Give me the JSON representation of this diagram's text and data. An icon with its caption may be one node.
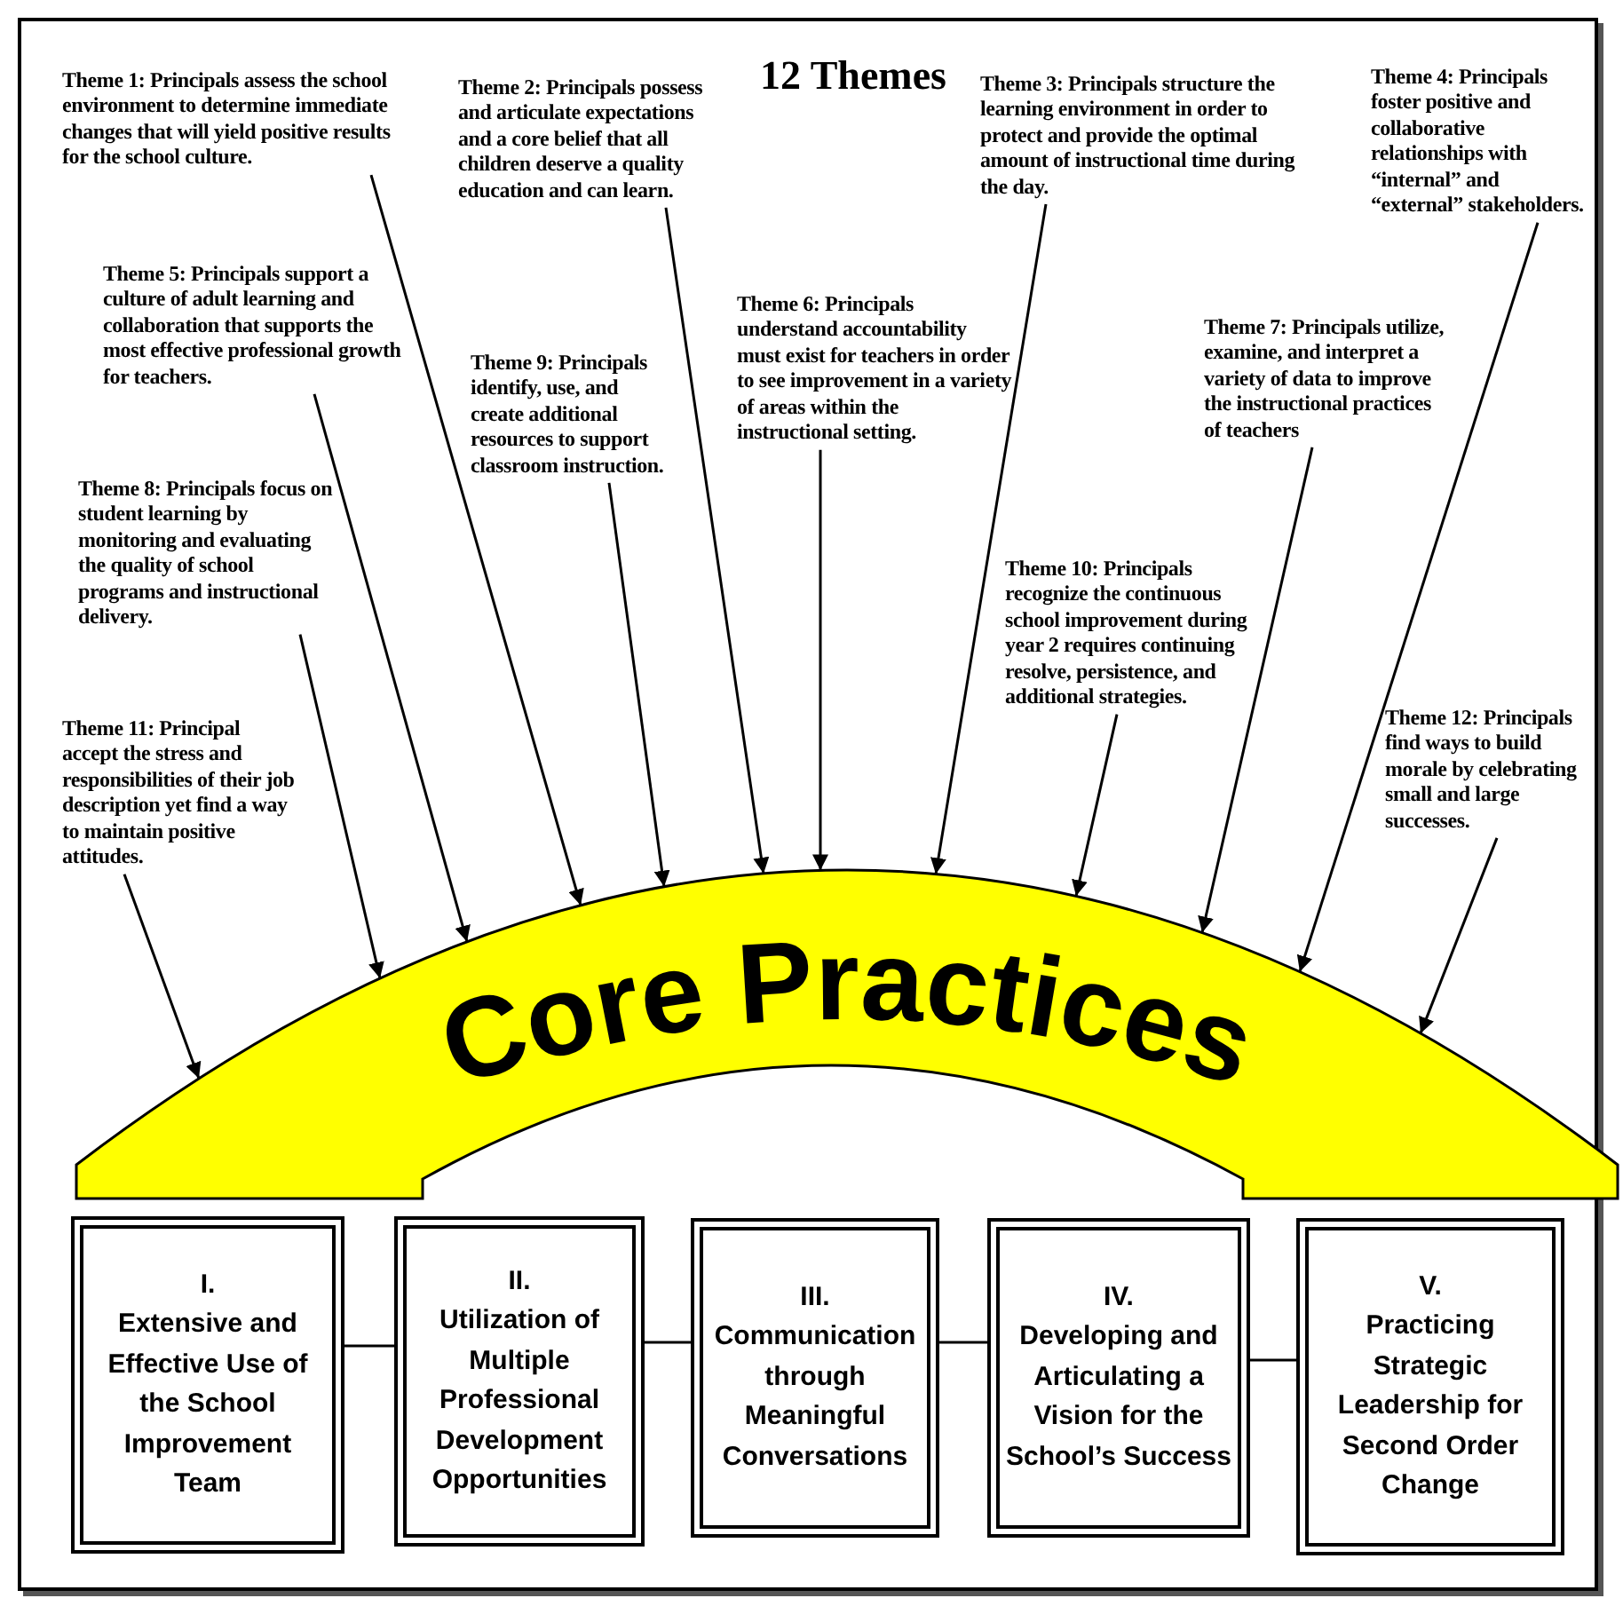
{
  "diagram": {
    "title": "12 Themes",
    "nodes": [
      {
        "text": [
          "Theme 1: Principals assess the school environment to determine immediate changes that will yield positive results for the school culture."
        ]
      },
      {
        "text": [
          "Theme 2: Principals possess and articulate expectations and a core belief that all children deserve a quality education and can learn."
        ]
      },
      {
        "text": [
          "Theme 3: Principals structure the learning environment in order to protect and provide the optimal amount of instructional time during the day."
        ]
      },
      {
        "text": [
          "Theme 4: Principals foster positive and collaborative relationships with “internal” and “external” stakeholders."
        ]
      },
      {
        "text": [
          "Theme 5: Principals support a culture of adult learning and collaboration that supports the most effective professional growth for teachers."
        ]
      },
      {
        "text": [
          "Theme 6: Principals understand accountability must exist for teachers in order to see improvement in a variety of areas within the instructional setting."
        ]
      },
      {
        "text": [
          "Theme 7: Principals utilize, examine, and interpret a variety of data to improve the instructional practices of teachers"
        ]
      },
      {
        "text": [
          "Theme 8: Principals focus on student learning by monitoring and evaluating the quality of school programs and instructional delivery."
        ]
      },
      {
        "text": [
          "Theme 9: Principals identify, use, and create additional resources to support classroom instruction."
        ]
      },
      {
        "text": [
          "Theme 10: Principals recognize the continuous school improvement during year 2 requires continuing resolve, persistence, and additional strategies."
        ]
      },
      {
        "text": [
          "Theme 11: Principal accept the stress and responsibilities of their job description yet find a way to maintain positive attitudes."
        ]
      },
      {
        "text": [
          "Theme 12: Principals find ways to build morale by celebrating small and large successes."
        ]
      },
      {
        "text": [
          "Core Practices"
        ]
      },
      {
        "text": [
          "I.",
          "Extensive and Effective Use of the School Improvement Team"
        ]
      },
      {
        "text": [
          "II.",
          "Utilization of Multiple Professional Development Opportunities"
        ]
      },
      {
        "text": [
          "III.",
          "Communication through Meaningful Conversations"
        ]
      },
      {
        "text": [
          "IV.",
          "Developing and Articulating a Vision for the School’s Success"
        ]
      },
      {
        "text": [
          "V.",
          "Practicing Strategic Leadership for Second Order Change"
        ]
      }
    ],
    "edges": [
      {
        "from": 0,
        "to": 12,
        "arrow": "to"
      },
      {
        "from": 1,
        "to": 12,
        "arrow": "to"
      },
      {
        "from": 2,
        "to": 12,
        "arrow": "to"
      },
      {
        "from": 3,
        "to": 12,
        "arrow": "to"
      },
      {
        "from": 4,
        "to": 12,
        "arrow": "to"
      },
      {
        "from": 5,
        "to": 12,
        "arrow": "to"
      },
      {
        "from": 6,
        "to": 12,
        "arrow": "to"
      },
      {
        "from": 7,
        "to": 12,
        "arrow": "to"
      },
      {
        "from": 8,
        "to": 12,
        "arrow": "to"
      },
      {
        "from": 9,
        "to": 12,
        "arrow": "to"
      },
      {
        "from": 10,
        "to": 12,
        "arrow": "to"
      },
      {
        "from": 11,
        "to": 12,
        "arrow": "to"
      },
      {
        "from": 13,
        "to": 14,
        "arrow": "none"
      },
      {
        "from": 14,
        "to": 15,
        "arrow": "none"
      },
      {
        "from": 15,
        "to": 16,
        "arrow": "none"
      },
      {
        "from": 16,
        "to": 17,
        "arrow": "none"
      }
    ]
  }
}
